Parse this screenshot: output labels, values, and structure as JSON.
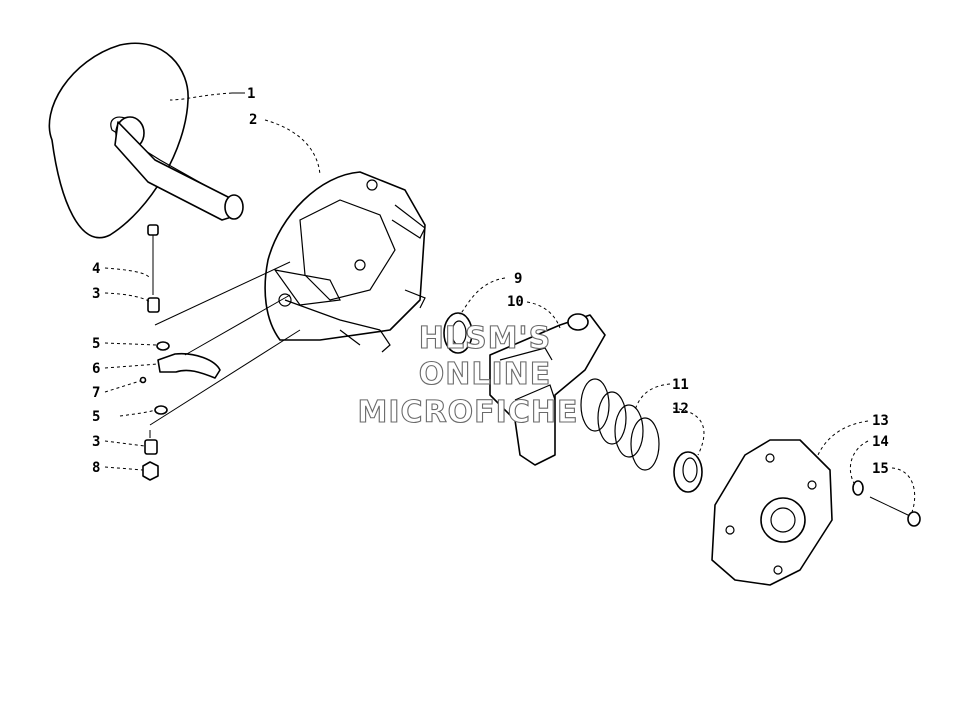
{
  "callouts": [
    {
      "label": "1"
    },
    {
      "label": "2"
    },
    {
      "label": "4"
    },
    {
      "label": "3"
    },
    {
      "label": "5"
    },
    {
      "label": "6"
    },
    {
      "label": "7"
    },
    {
      "label": "5"
    },
    {
      "label": "3"
    },
    {
      "label": "8"
    },
    {
      "label": "9"
    },
    {
      "label": "10"
    },
    {
      "label": "11"
    },
    {
      "label": "12"
    },
    {
      "label": "13"
    },
    {
      "label": "14"
    },
    {
      "label": "15"
    }
  ],
  "watermark": {
    "line1": "HLSM'S",
    "line2": "ONLINE",
    "line3": "MICROFICHE"
  }
}
